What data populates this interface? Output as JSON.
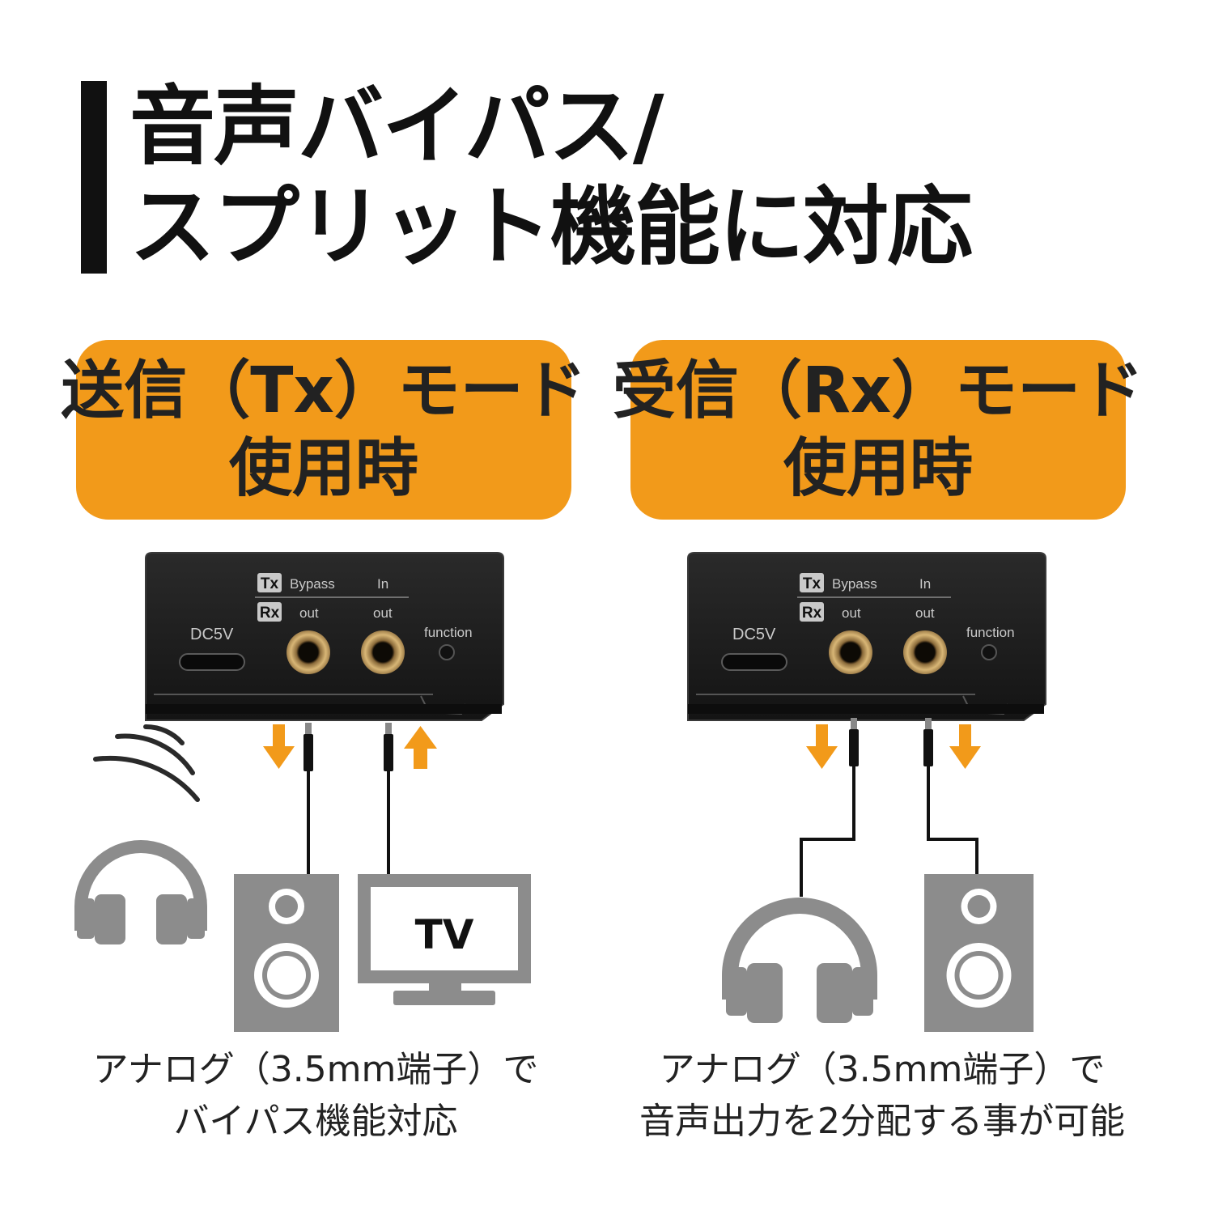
{
  "title": {
    "line1": "音声バイパス/",
    "line2": "スプリット機能に対応"
  },
  "modes": {
    "tx": {
      "line1": "送信（Tx）モード",
      "line2": "使用時"
    },
    "rx": {
      "line1": "受信（Rx）モード",
      "line2": "使用時"
    }
  },
  "device": {
    "tx_tag": "Tx",
    "rx_tag": "Rx",
    "bypass": "Bypass",
    "in": "In",
    "out1": "out",
    "out2": "out",
    "dc": "DC5V",
    "function": "function"
  },
  "tv_label": "TV",
  "captions": {
    "tx": {
      "line1": "アナログ（3.5mm端子）で",
      "line2": "バイパス機能対応"
    },
    "rx": {
      "line1": "アナログ（3.5mm端子）で",
      "line2": "音声出力を2分配する事が可能"
    }
  },
  "colors": {
    "accent": "#f29a1a",
    "device": "#1b1b1b",
    "icon_gray": "#8c8c8c",
    "jack_gold": "#c9a467"
  }
}
